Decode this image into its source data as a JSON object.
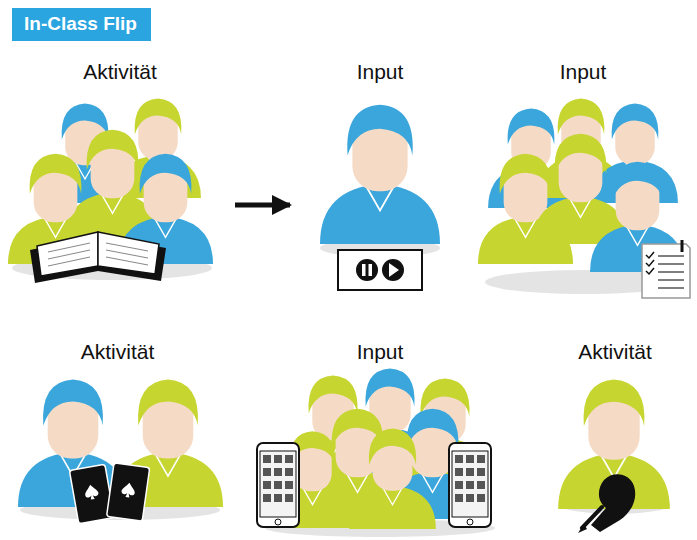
{
  "diagram": {
    "title": "In-Class Flip",
    "nodes": [
      {
        "text": [
          "Aktivität"
        ]
      },
      {
        "text": [
          "Input"
        ]
      },
      {
        "text": [
          "Input"
        ]
      },
      {
        "text": [
          "Aktivität"
        ]
      },
      {
        "text": [
          "Input"
        ]
      },
      {
        "text": [
          "Aktivität"
        ]
      }
    ],
    "edges": [
      {
        "from": 0,
        "to": 1,
        "arrow": "to"
      }
    ]
  }
}
